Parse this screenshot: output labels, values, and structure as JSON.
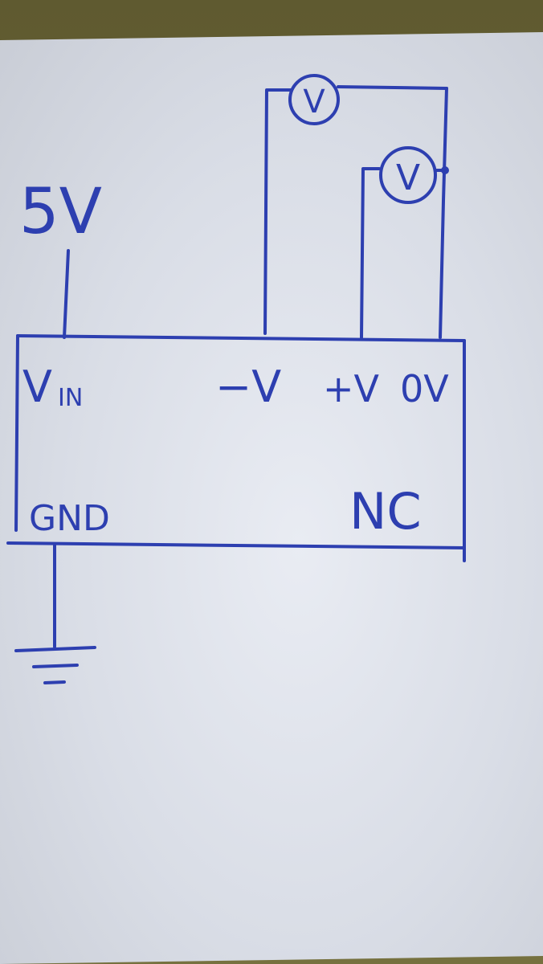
{
  "diagram": {
    "supply_label": "5V",
    "pins": {
      "vin": "V",
      "vin_sub": "IN",
      "neg_v": "−V",
      "pos_v": "+V",
      "zero_v": "0V",
      "gnd": "GND",
      "nc": "NC"
    },
    "meter_symbol": "V",
    "colors": {
      "ink": "#2d3fb0",
      "paper": "#e3e6ee",
      "background": "#6f6a3e"
    }
  }
}
